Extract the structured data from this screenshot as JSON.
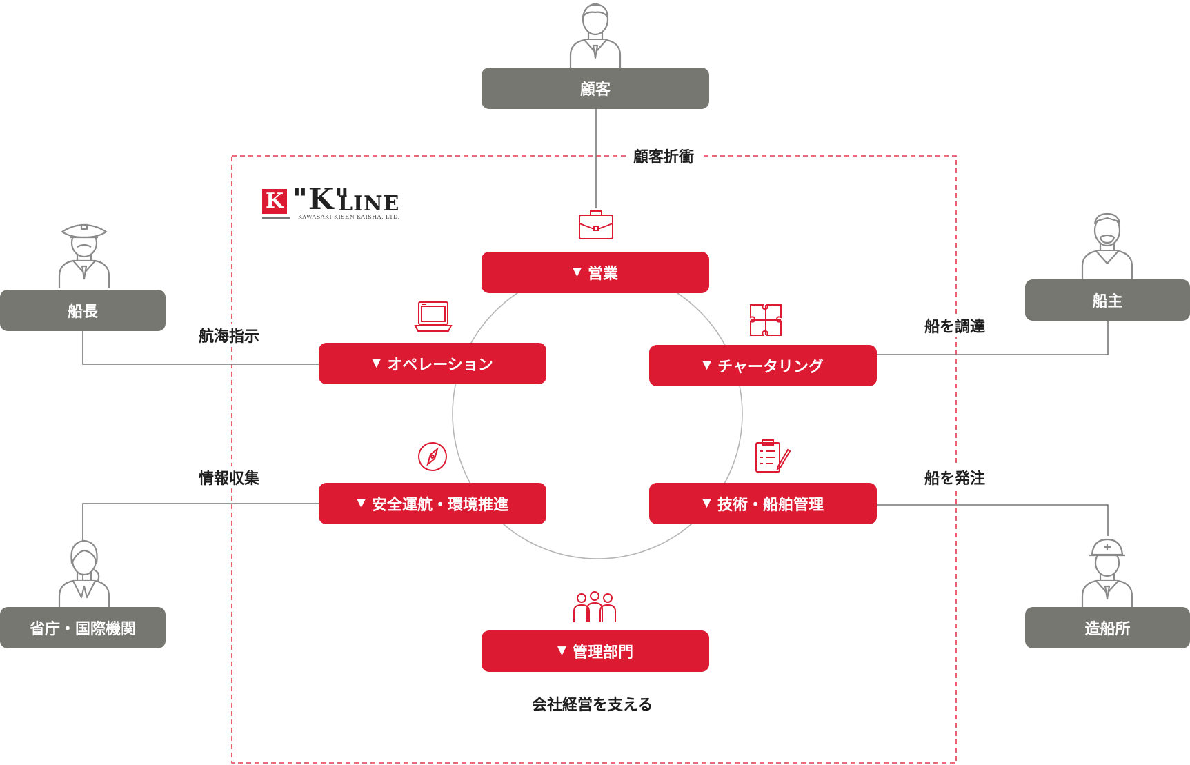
{
  "external": {
    "customer": "顧客",
    "captain": "船長",
    "owner": "船主",
    "agencies": "省庁・国際機関",
    "shipyard": "造船所"
  },
  "departments": {
    "sales": "営業",
    "operation": "オペレーション",
    "chartering": "チャータリング",
    "safety": "安全運航・環境推進",
    "technical": "技術・船舶管理",
    "management": "管理部門"
  },
  "relations": {
    "customer_negotiation": "顧客折衝",
    "navigation_instructions": "航海指示",
    "information_gathering": "情報収集",
    "procure_ships": "船を調達",
    "order_ships": "船を発注",
    "support_management": "会社経営を支える"
  },
  "logo": {
    "badge": "K",
    "mark": "\"K\"",
    "line": "LINE",
    "subtitle": "KAWASAKI KISEN KAISHA, LTD."
  },
  "expand_marker": "▼",
  "colors": {
    "accent_red": "#dc1a31",
    "external_gray": "#777772",
    "connector_gray": "#777777",
    "icon_gray": "#8a8a8a"
  },
  "icons": {
    "sales": "briefcase-icon",
    "operation": "laptop-icon",
    "chartering": "puzzle-icon",
    "safety": "compass-icon",
    "technical": "clipboard-icon",
    "management": "team-icon",
    "customer": "businessman-icon",
    "captain": "captain-icon",
    "owner": "shipowner-icon",
    "agencies": "official-woman-icon",
    "shipyard": "shipyard-worker-icon"
  }
}
